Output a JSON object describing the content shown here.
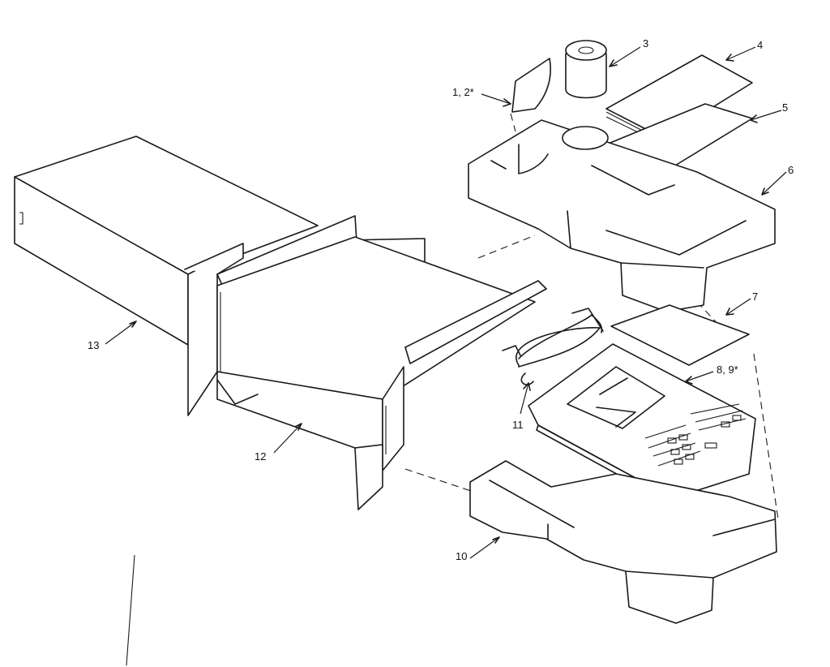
{
  "diagram": {
    "parts": [
      {
        "id": "p1_2",
        "label": "1, 2*"
      },
      {
        "id": "p3",
        "label": "3"
      },
      {
        "id": "p4",
        "label": "4"
      },
      {
        "id": "p5",
        "label": "5"
      },
      {
        "id": "p6",
        "label": "6"
      },
      {
        "id": "p7",
        "label": "7"
      },
      {
        "id": "p8_9",
        "label": "8, 9*"
      },
      {
        "id": "p10",
        "label": "10"
      },
      {
        "id": "p11",
        "label": "11"
      },
      {
        "id": "p12",
        "label": "12"
      },
      {
        "id": "p13",
        "label": "13"
      }
    ]
  }
}
